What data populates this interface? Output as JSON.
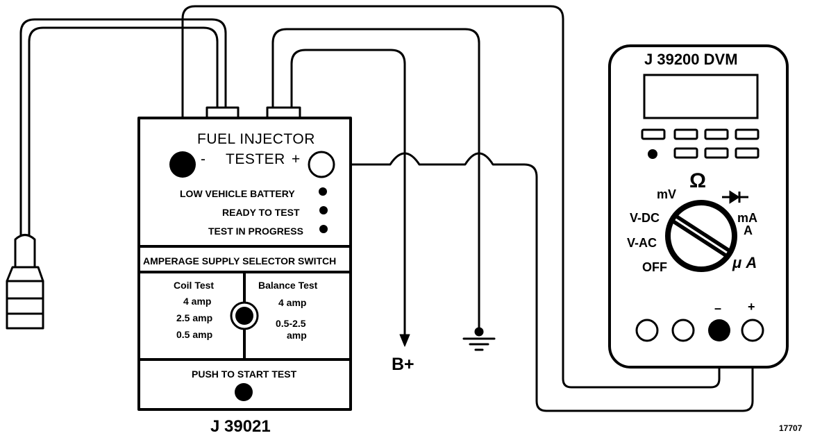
{
  "tester": {
    "title_line1": "FUEL INJECTOR",
    "title_line2": "TESTER",
    "minus": "-",
    "plus": "+",
    "indicators": [
      "LOW VEHICLE BATTERY",
      "READY TO TEST",
      "TEST IN PROGRESS"
    ],
    "selector_label": "AMPERAGE SUPPLY SELECTOR SWITCH",
    "coil_test": {
      "heading": "Coil Test",
      "options": [
        "4 amp",
        "2.5 amp",
        "0.5 amp"
      ]
    },
    "balance_test": {
      "heading": "Balance Test",
      "options": [
        "4 amp",
        "0.5-2.5",
        "amp"
      ]
    },
    "push_label": "PUSH TO START TEST",
    "part_number": "J 39021"
  },
  "dvm": {
    "title": "J 39200 DVM",
    "dial": {
      "mv": "mV",
      "ohm": "Ω",
      "vdc": "V-DC",
      "vac": "V-AC",
      "off": "OFF",
      "ma": "mA",
      "a": "A",
      "ua": "μ A"
    },
    "minus": "–",
    "plus": "+"
  },
  "battery_label": "B+",
  "figure_number": "17707",
  "colors": {
    "ink": "#000000",
    "paper": "#ffffff"
  }
}
